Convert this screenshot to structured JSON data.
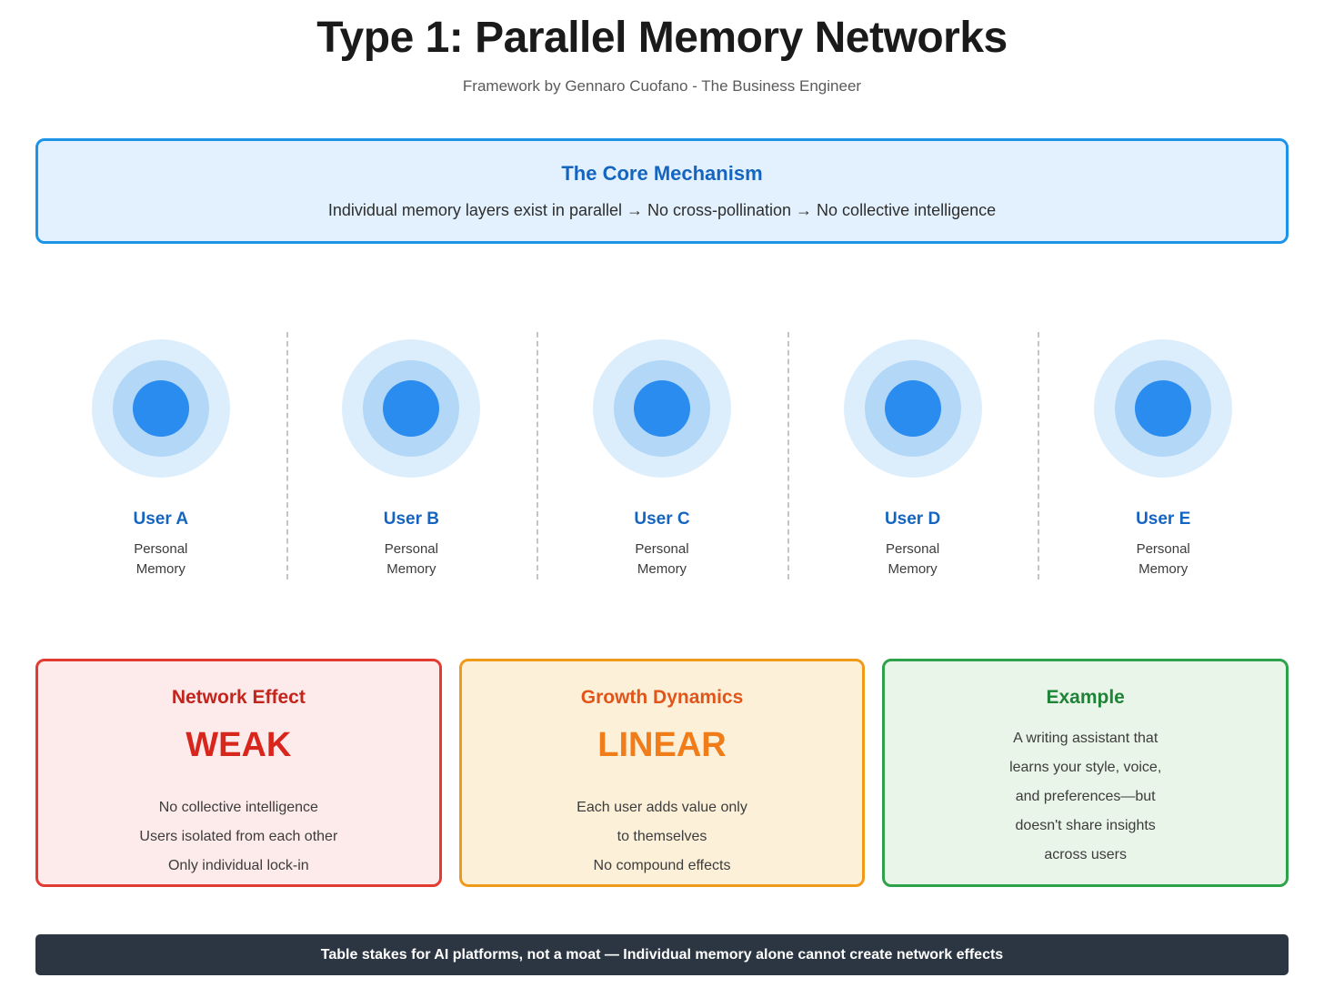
{
  "header": {
    "title": "Type 1: Parallel Memory Networks",
    "subtitle": "Framework by Gennaro Cuofano - The Business Engineer"
  },
  "core_mechanism": {
    "title": "The Core Mechanism",
    "description": "Individual memory layers exist in parallel → No cross-pollination → No collective intelligence"
  },
  "users": [
    {
      "name": "User A",
      "sub_line_1": "Personal",
      "sub_line_2": "Memory"
    },
    {
      "name": "User B",
      "sub_line_1": "Personal",
      "sub_line_2": "Memory"
    },
    {
      "name": "User C",
      "sub_line_1": "Personal",
      "sub_line_2": "Memory"
    },
    {
      "name": "User D",
      "sub_line_1": "Personal",
      "sub_line_2": "Memory"
    },
    {
      "name": "User E",
      "sub_line_1": "Personal",
      "sub_line_2": "Memory"
    }
  ],
  "cards": [
    {
      "title": "Network Effect",
      "value": "WEAK",
      "lines": [
        "No collective intelligence",
        "Users isolated from each other",
        "Only individual lock-in"
      ],
      "accent": "#d8261d",
      "border": "#e23b32",
      "background": "#fdeaea"
    },
    {
      "title": "Growth Dynamics",
      "value": "LINEAR",
      "lines": [
        "Each user adds value only",
        "to themselves",
        "No compound effects"
      ],
      "accent": "#f07c1a",
      "border": "#f09a1a",
      "background": "#fdf0d9"
    },
    {
      "title": "Example",
      "value": "",
      "lines": [
        "A writing assistant that",
        "learns your style, voice,",
        "and preferences—but",
        "doesn't share insights",
        "across users"
      ],
      "accent": "#1f8437",
      "border": "#2ea24a",
      "background": "#e9f5e9"
    }
  ],
  "banner": {
    "text": "Table stakes for AI platforms, not a moat — Individual memory alone cannot create network effects",
    "background": "#2b3642"
  },
  "colors": {
    "core_border": "#1b94e8",
    "core_background": "#e2f1fd",
    "core_title": "#1565c0",
    "ring_outer": "#dceefc",
    "ring_mid": "#b3d7f7",
    "ring_core": "#2b8cf0",
    "user_label": "#1565c0",
    "divider": "#c2c6cb"
  }
}
